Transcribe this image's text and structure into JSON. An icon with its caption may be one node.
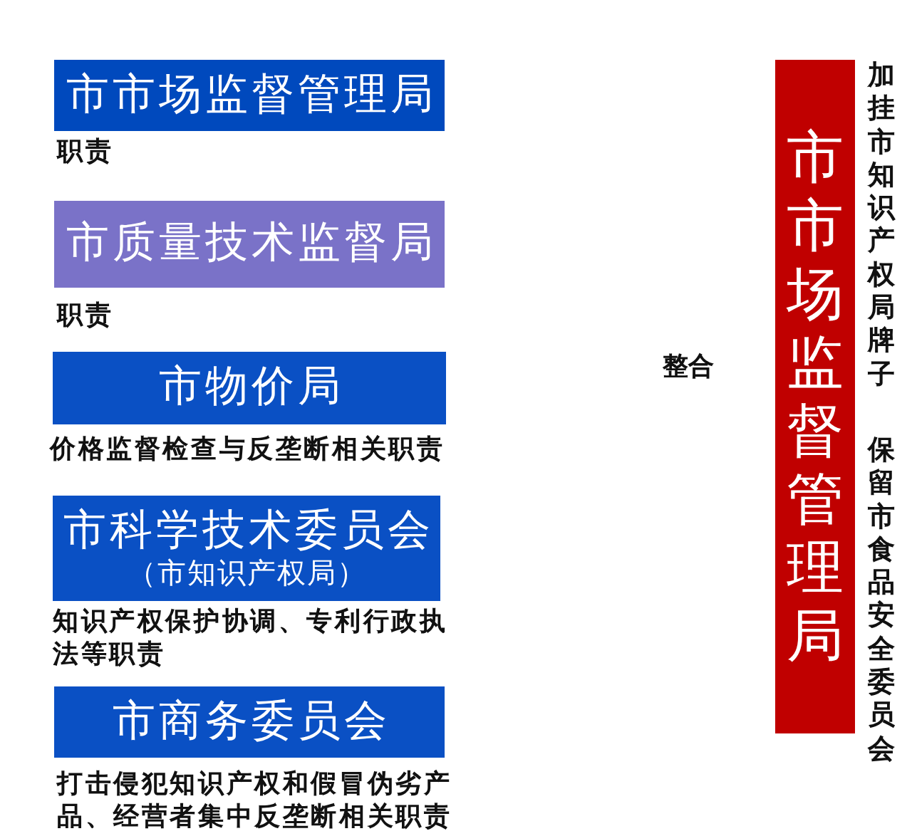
{
  "diagram": {
    "nodes": [
      {
        "text": [
          "市市场监督管理局"
        ],
        "beside": [
          "职责"
        ]
      },
      {
        "text": [
          "市质量技术监督局"
        ],
        "beside": [
          "职责"
        ]
      },
      {
        "text": [
          "市物价局"
        ],
        "beside": [
          "价格监督检查与反垄断相关职责"
        ]
      },
      {
        "text": [
          "市科学技术委员会",
          "（市知识产权局）"
        ],
        "beside": [
          "知识产权保护协调、专利行政执法等职责"
        ]
      },
      {
        "text": [
          "市商务委员会"
        ],
        "beside": [
          "打击侵犯知识产权和假冒伪劣产品、经营者集中反垄断相关职责"
        ]
      },
      {
        "text": [
          "市市场监督管理局"
        ],
        "beside": [
          "加挂市知识产权局牌子",
          "保留市食品安全委员会"
        ]
      }
    ],
    "labels": [
      "整合"
    ]
  }
}
